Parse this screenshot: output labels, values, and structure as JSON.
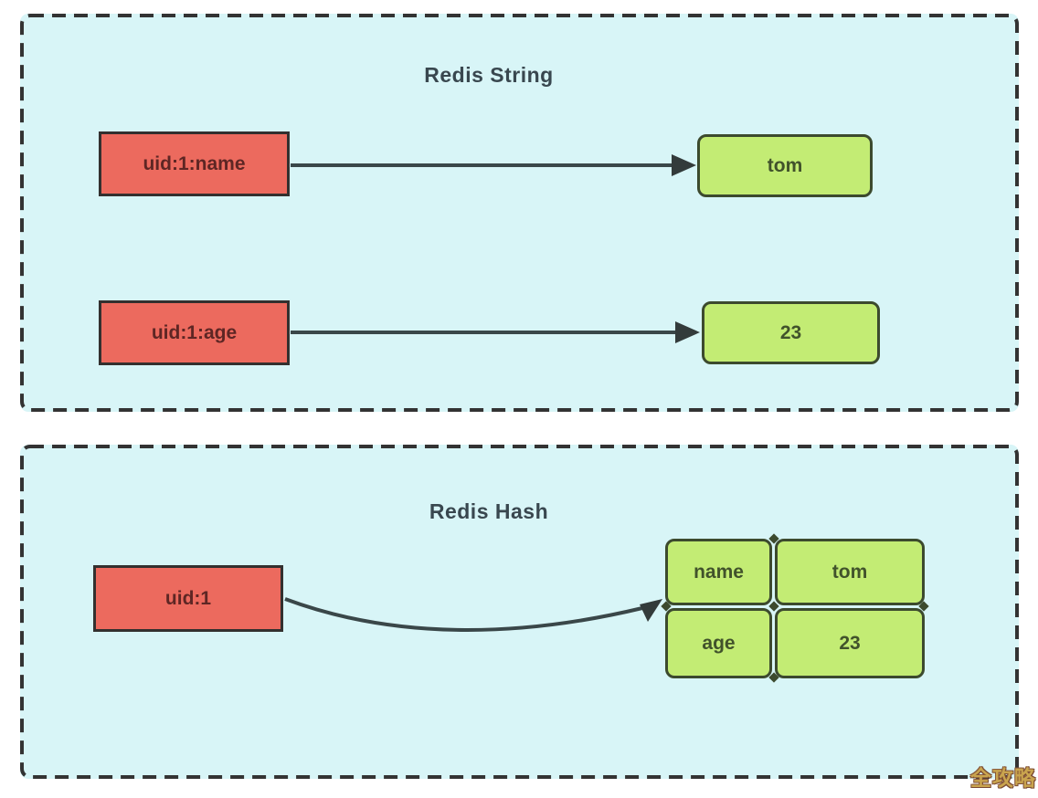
{
  "diagram": {
    "string_panel": {
      "title": "Redis String",
      "rows": [
        {
          "key": "uid:1:name",
          "value": "tom"
        },
        {
          "key": "uid:1:age",
          "value": "23"
        }
      ]
    },
    "hash_panel": {
      "title": "Redis Hash",
      "key": "uid:1",
      "entries": [
        {
          "field": "name",
          "value": "tom"
        },
        {
          "field": "age",
          "value": "23"
        }
      ]
    },
    "watermark": "全攻略",
    "icons": {
      "arrow_right": "arrow-right-icon",
      "curved_arrow": "curved-arrow-icon"
    },
    "colors": {
      "panel_bg": "#d8f5f7",
      "dash_border": "#333333",
      "key_box_fill": "#ec6a5e",
      "key_box_border": "#33302f",
      "key_box_text": "#5e2624",
      "value_box_fill": "#c3ec74",
      "value_box_border": "#3c4a2e",
      "value_box_text": "#41522b",
      "title_text": "#39474f",
      "arrow": "#3a4749",
      "watermark_color": "#c9a44e"
    }
  }
}
